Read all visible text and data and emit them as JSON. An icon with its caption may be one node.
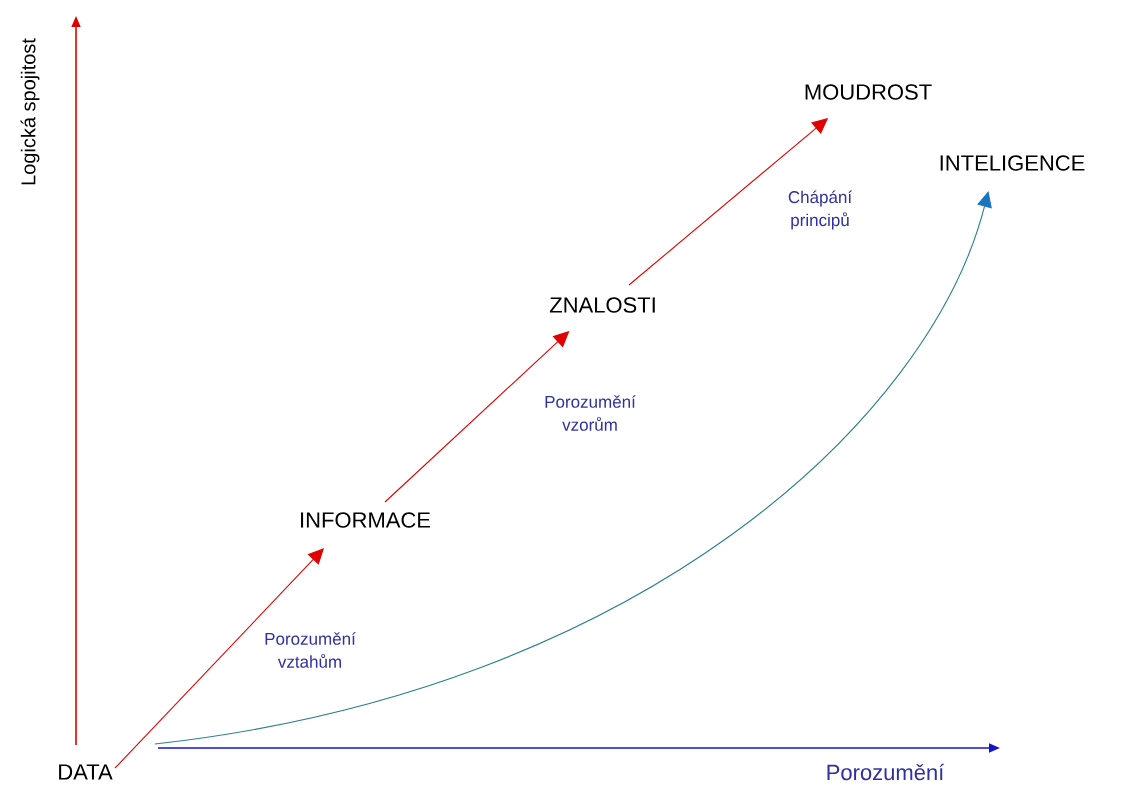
{
  "diagram": {
    "nodes": [
      {
        "text": [
          "DATA"
        ]
      },
      {
        "text": [
          "INFORMACE"
        ]
      },
      {
        "text": [
          "ZNALOSTI"
        ]
      },
      {
        "text": [
          "MOUDROST"
        ]
      },
      {
        "text": [
          "INTELIGENCE"
        ]
      }
    ],
    "edges": [
      {
        "from": 0,
        "to": 1,
        "arrow": "to",
        "label": "Porozumění vztahům"
      },
      {
        "from": 1,
        "to": 2,
        "arrow": "to",
        "label": "Porozumění vzorům"
      },
      {
        "from": 2,
        "to": 3,
        "arrow": "to",
        "label": "Chápání principů"
      },
      {
        "from": 0,
        "to": 4,
        "arrow": "to",
        "color": "#2a7f8f"
      }
    ],
    "labels": [
      "Logická spojitost",
      "Porozumění"
    ]
  }
}
